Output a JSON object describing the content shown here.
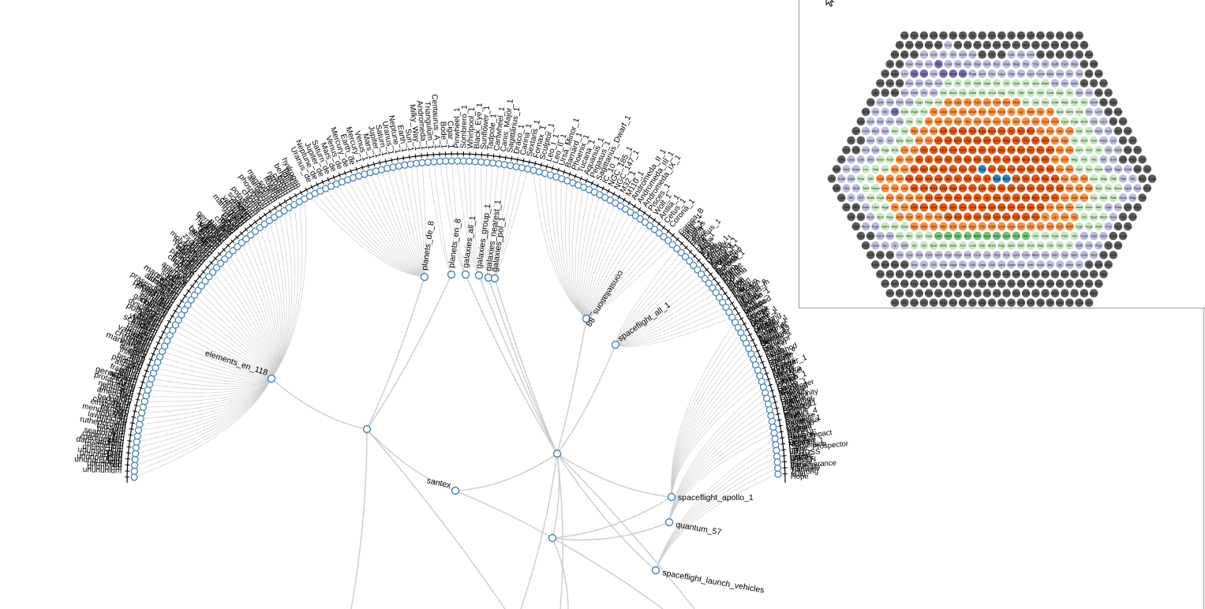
{
  "tree": {
    "leaf_fill": "#ffffff",
    "leaf_stroke": "#4682b4",
    "link_color": "#cccccc",
    "top_labels": [
      "Uranus_de",
      "Neptune_de",
      "Jupiter_de",
      "Saturn_de",
      "Mars_de",
      "Venus_de",
      "Mercury_de",
      "Earth_de",
      "Mercury_1",
      "Venus_1",
      "Mars_1",
      "Jupiter_1",
      "Saturn_1",
      "Uranus_1",
      "Neptune_1",
      "Earth_1",
      "Sun_1",
      "Milky_Way_1",
      "Andromeda_1",
      "Triangulum_1",
      "Centaurus_A_1",
      "Bode_1",
      "Cigar_1",
      "Pinwheel_1",
      "Sombrero_1",
      "Whirlpool_1",
      "Black_Eye_1",
      "Sunflower_1",
      "Tadpole_1",
      "Cartwheel_1",
      "Canis_Major_1",
      "Sagittarius_1",
      "Draco_1",
      "Carina_1",
      "Sextans_1",
      "Fornax_1",
      "Sculptor_1",
      "Leo_I_1",
      "Leo_II_1",
      "Ursa_Minor_1",
      "Barnard_1",
      "Phoenix_1",
      "Tucana_1",
      "Aquarius_1",
      "Pegasus_1",
      "Sagittarius_Dwarf_1",
      "IC_10_1",
      "NGC_185_1",
      "NGC_147_1",
      "M32_1",
      "M110_1",
      "Andromeda_II_1",
      "Andromeda_III_1",
      "Andromeda_IX_1",
      "Pisces_1",
      "Wolf_1",
      "Antlia_1",
      "Cetus_1",
      "Corona_1"
    ],
    "left_labels": [
      "unununium",
      "ununbium",
      "ununtrium",
      "ununquadium",
      "ununpentium",
      "ununhexium",
      "ununseptium",
      "ununoctium",
      "meitnerium",
      "darmstadtium",
      "roentgenium",
      "copernicium",
      "seaborgium",
      "bohrium",
      "hassium",
      "rutherfordium",
      "dubnium",
      "lawrencium",
      "nobelium",
      "mendelevium",
      "fermium",
      "einsteinium",
      "californium",
      "berkelium",
      "curium",
      "americium",
      "plutonium",
      "neptunium",
      "uranium",
      "protactinium",
      "thorium",
      "actinium",
      "radium",
      "francium",
      "radon",
      "astatine",
      "polonium",
      "bismuth",
      "lead",
      "thallium",
      "mercury",
      "gold",
      "platinum",
      "iridium",
      "osmium",
      "rhenium",
      "tungsten",
      "tantalum",
      "hafnium",
      "lutetium",
      "ytterbium",
      "thulium",
      "erbium",
      "holmium",
      "dysprosium",
      "terbium",
      "gadolinium",
      "europium",
      "samarium",
      "promethium",
      "neodymium",
      "praseodymium",
      "cerium",
      "lanthanum",
      "barium",
      "caesium",
      "xenon",
      "iodine",
      "tellurium",
      "antimony",
      "tin",
      "indium",
      "cadmium",
      "silver",
      "palladium",
      "rhodium",
      "ruthenium",
      "technetium",
      "molybdenum",
      "niobium",
      "zirconium",
      "yttrium",
      "strontium",
      "rubidium",
      "krypton",
      "bromine",
      "selenium",
      "arsenic",
      "germanium",
      "gallium",
      "zinc",
      "copper",
      "nickel",
      "cobalt",
      "iron",
      "manganese",
      "chromium",
      "vanadium",
      "titanium",
      "scandium",
      "calcium",
      "potassium",
      "argon",
      "chlorine",
      "sulfur",
      "phosphorus",
      "silicon",
      "aluminium",
      "magnesium",
      "sodium",
      "neon",
      "fluorine",
      "oxygen",
      "nitrogen",
      "carbon",
      "boron",
      "beryllium",
      "lithium",
      "helium",
      "hydrogen"
    ],
    "left_visible": [
      "Yed",
      "Cad",
      "Dad",
      "Pal",
      "Rhu",
      "Tec",
      "Mol",
      "Nio",
      "Zir",
      "Yttri",
      "Stro",
      "Rubi",
      "Kry",
      "Bro",
      "Sele",
      "Arse",
      "germanium",
      "galliu",
      "zinc",
      "copp",
      "nick",
      "coba",
      "manganese",
      "chromium",
      "vanadium",
      "Tana",
      "scandium",
      "calcium",
      "potassium",
      "argon",
      "chlorine",
      "sulfur",
      "phosphorus",
      "silicon",
      "aluminium",
      "magnesium",
      "sodium",
      "Tana",
      "neon",
      "fluorine",
      "oxygen",
      "nitrogen",
      "carbon",
      "boron",
      "Zbec",
      "beryllium",
      "lithium",
      "hydrogen",
      "helium",
      "lant",
      "dysp",
      "prase",
      "gado",
      "terb",
      "antim"
    ],
    "right_labels": [
      "Corona_B",
      "Coma_1",
      "Cent",
      "Crux_1",
      "Cygnus",
      "Coron",
      "Leo_1",
      "Orion",
      "Pegasus_1",
      "Lyra",
      "Lynx_1",
      "Lupus",
      "Vela",
      "Virgo",
      "Pyxis",
      "Shuttle_1",
      "Mercury_1",
      "Gemini",
      "Voskhod_1",
      "Vostok_1",
      "Soyuz_1",
      "orbital",
      "s_electron",
      "w_mund",
      "electron",
      "tau",
      "muon",
      "strange",
      "charm",
      "bottom",
      "top",
      "up",
      "down",
      "gluon",
      "photon",
      "higgs",
      "z_boson",
      "w_boson",
      "neutrino_e",
      "neutrino_m",
      "neutrino_t",
      "proton",
      "neutron",
      "pion",
      "kaon",
      "lambda",
      "sigma",
      "xi",
      "omega",
      "Mir_1",
      "Skylab_1",
      "Salyut_1",
      "ISS_1",
      "Tiangong",
      "Hubble",
      "Voyager_1",
      "Pioneer_1",
      "Viking",
      "Apollo_11",
      "Apollo_13",
      "Apollo_8",
      "Gemini_4",
      "Ranger",
      "Surveyor",
      "Mariner",
      "Luna",
      "Zond",
      "Lunokhod",
      "Chang_e",
      "Cassini",
      "Galileo",
      "Juno",
      "Ulysses",
      "Rosetta",
      "Kepler",
      "Spitzer",
      "Chandra",
      "Herschel",
      "Planck",
      "Gaia",
      "WMAP",
      "COBE",
      "Dawn",
      "Messenger",
      "Magellan",
      "Phoenix",
      "Curiosity",
      "Opportunity",
      "Spirit",
      "Sojourner",
      "Pathfinder",
      "Odyssey",
      "Express",
      "Venera",
      "Vega",
      "Giotto",
      "Sakigake",
      "Suisei",
      "Hayabusa",
      "Akatsuki",
      "Kaguya",
      "Nozomi",
      "Hiten",
      "SELENE",
      "Deep_Impact",
      "Stardust",
      "Genesis",
      "NEAR",
      "Clementine",
      "Lunar_Prospector",
      "LRO",
      "LCROSS",
      "GRAIL",
      "LADEE",
      "MAVEN",
      "Insight",
      "Perseverance",
      "Ingenuity",
      "Tianwen",
      "Zhurong",
      "Yutu",
      "Hope"
    ],
    "right_visible": [
      "Corona_1",
      "Corona_1",
      "Coma_",
      "Corona",
      "Cent",
      "Leo_1",
      "Lyra_1",
      "Shuttle_1",
      "Voskhod",
      "Vostok",
      "Orion",
      "orbital",
      "w_mund",
      "electron_",
      "tau",
      "muon",
      "strange",
      "Voyager_1",
      "Mir_1",
      "Skylab_1",
      "Salyut_1",
      "ISS_1",
      "Hubble",
      "Apollo_11",
      "Gemini_4",
      "Pioneer_1",
      "Viking",
      "Ranger",
      "Mariner_1",
      "up",
      "down",
      "top"
    ],
    "hubs": [
      {
        "name": "elements_en_118"
      },
      {
        "name": "planets_de_8"
      },
      {
        "name": "planets_en_8"
      },
      {
        "name": "galaxies_all_1"
      },
      {
        "name": "galaxies_group_1"
      },
      {
        "name": "galaxies_nearest_1"
      },
      {
        "name": "galaxies_pol_1"
      },
      {
        "name": "constellations_88"
      },
      {
        "name": "spaceflight_all_1"
      },
      {
        "name": "santex"
      },
      {
        "name": "spaceflight_apollo_1"
      },
      {
        "name": "quantum_57"
      },
      {
        "name": "spaceflight_launch_vehicles"
      }
    ]
  },
  "hexmap": {
    "colors": {
      "dark": "#595959",
      "lavender": "#bcbddc",
      "purple": "#756bb1",
      "lightgreen": "#c7e9c0",
      "green": "#74c476",
      "darkgreen": "#31a354",
      "orange": "#fd8d3c",
      "darkorange": "#e6550d",
      "blue": "#3182bd"
    },
    "row_lengths": [
      19,
      20,
      21,
      22,
      23,
      24,
      25,
      26,
      27,
      28,
      29,
      30,
      31,
      32,
      33,
      34,
      33,
      32,
      31,
      30,
      29,
      28,
      27,
      26,
      25,
      24,
      23,
      22,
      21,
      20,
      19
    ],
    "rows": [
      "dddddddddddddddddddd",
      "dddddlddddddddddddddd",
      "dddllllllddddllldddddd",
      "ddlllplllllllllllllldd",
      "ddlpplpppllllllllllllldd",
      "dddlllllgggggggggggglllddd",
      "dddllllggggggggggggggglldd",
      "dllllgggooooooooogggggggldd",
      "dllpgggoooooooooooooggglldd",
      "dllllggooooooooooooooggglldd",
      "dlllggoooeeeeeeeeeoooogglldd",
      "ddlllggooeeeeeeeeeeeooggglldd",
      "ddllggooeeeeeeeeeeeeeooggglldd",
      "dlllggooeeeeeeeeeeeeeeoogggllddd",
      "dllgggooeeeeeeebeeeeeeoogggllldd",
      "dllggoooeeeeeeeebbeeeeeooggglldd",
      "dllggoooeeeeeeeeeeeeeeeooggglld",
      "dllggoooeeeeeeeeeeeeeeooggglld",
      "ddlggooeeeeeeeeeeeeeooggglldd",
      "ddlggooooeeeeeeeeeeooogggldd",
      "dllgggooooooooooooooogggldd",
      "ddllggggGGGGGGGGGgggggllldd",
      "dllllgggggggggggggggllldd",
      "dddllllllllllllllllllldd",
      "ddddllllllllllllllllddd",
      "ddddddddddddddddddddd"
    ],
    "labels": [
      "Kryp",
      "Gami",
      "Rutr",
      "Unun",
      "Mag",
      "Plat",
      "Ytte",
      "Nitr",
      "Suth",
      "Carb",
      "Argo",
      "Tita",
      "Wolf",
      "Hell",
      "Draco",
      "Leo",
      "Orio",
      "Lyra",
      "Vela",
      "Cent",
      "Gemi",
      "Cygn",
      "Pega",
      "Andr",
      "Crux",
      "Lupu",
      "Virg",
      "Pyxi",
      "Lynx",
      "Coma",
      "Mars",
      "Venu",
      "Mer",
      "Jupi",
      "Satu",
      "Uran",
      "Nept",
      "Eart",
      "Sun",
      "Moon",
      "Apol",
      "Soyu",
      "Gemi",
      "Vost",
      "Mir",
      "ISS",
      "Hubb",
      "Voya",
      "Pion",
      "Viki",
      "Cass",
      "Gali",
      "Juno",
      "Dawn",
      "Kepl",
      "elec",
      "muon",
      "tau",
      "up",
      "down",
      "top",
      "Sol",
      "Spac",
      "Mars",
      "Venu",
      "Terr",
      "Lumi",
      "Star",
      "Moon"
    ]
  },
  "cursor": {
    "icon": "arrow-cursor-icon"
  }
}
